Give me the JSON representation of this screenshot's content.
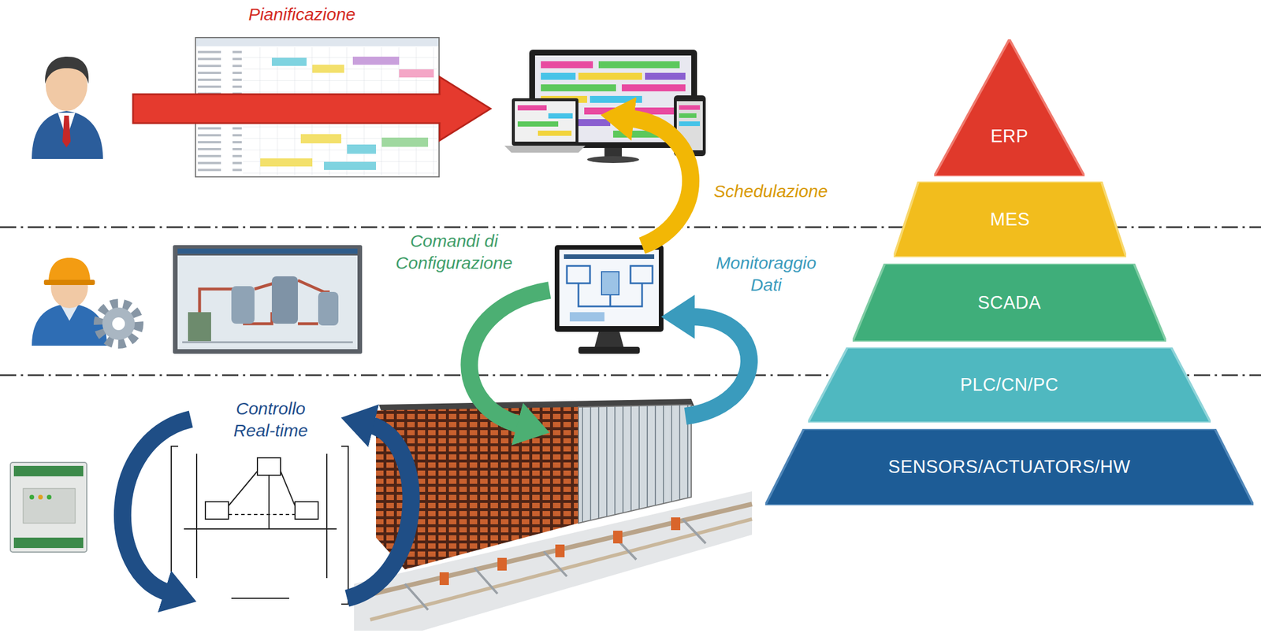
{
  "diagram": {
    "nodes": [
      {
        "text": [
          "ERP"
        ]
      },
      {
        "text": [
          "MES"
        ]
      },
      {
        "text": [
          "SCADA"
        ]
      },
      {
        "text": [
          "PLC/CN/PC"
        ]
      },
      {
        "text": [
          "SENSORS/ACTUATORS/HW"
        ]
      }
    ],
    "labels": [
      "Pianificazione",
      "Schedulazione",
      "Comandi di Configurazione",
      "Monitoraggio Dati",
      "Controllo Real-time"
    ]
  }
}
